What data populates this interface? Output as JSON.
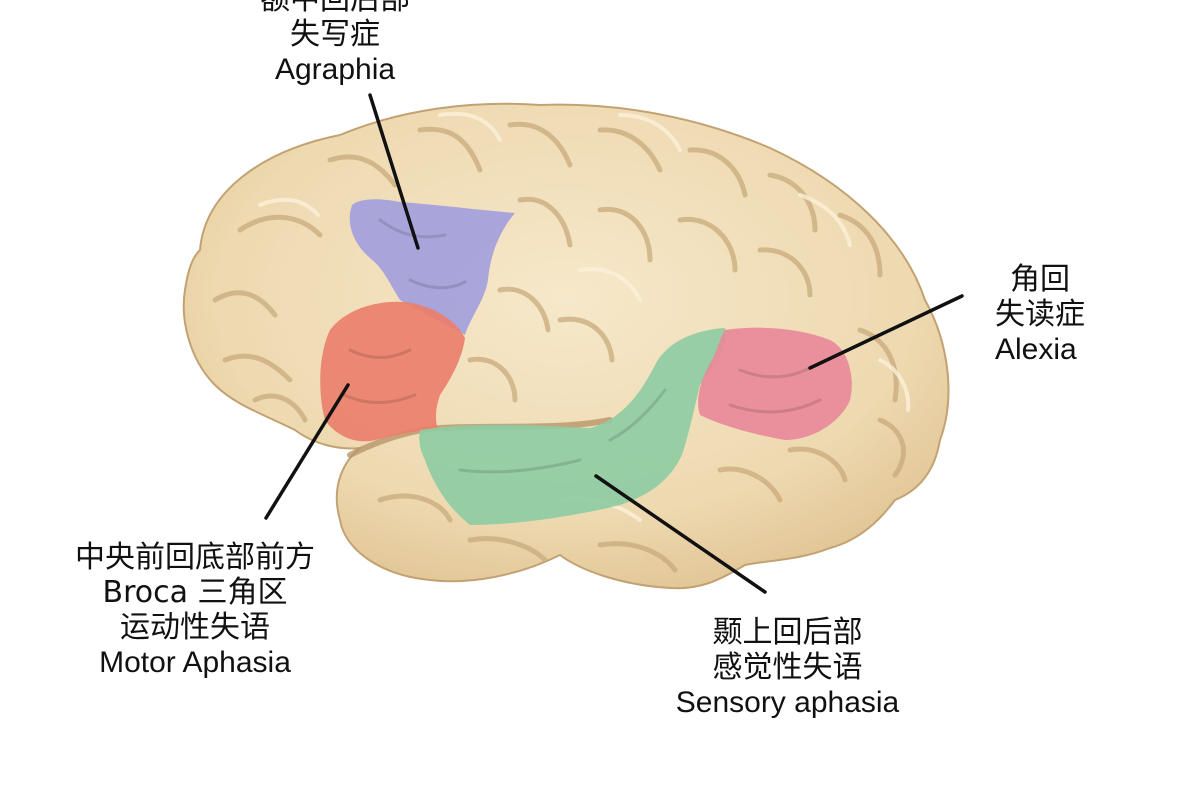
{
  "colors": {
    "background": "#ffffff",
    "brain": "#efdcb6",
    "brain_fold": "#c9ab7c",
    "brain_highlight": "#fbf0da",
    "agraphia_region": "#a3a0dc",
    "motor_region": "#ea7f6c",
    "sensory_region": "#8fcca3",
    "alexia_region": "#e9899a",
    "leader_line": "#111111",
    "text": "#111111"
  },
  "labels": {
    "agraphia": {
      "lines": [
        "额中回后部",
        "失写症",
        "Agraphia"
      ]
    },
    "alexia": {
      "lines": [
        "角回",
        "失读症",
        "Alexia"
      ]
    },
    "motor": {
      "lines": [
        "中央前回底部前方",
        "Broca 三角区",
        "运动性失语",
        "Motor Aphasia"
      ]
    },
    "sensory": {
      "lines": [
        "颞上回后部",
        "感觉性失语",
        "Sensory aphasia"
      ]
    }
  }
}
